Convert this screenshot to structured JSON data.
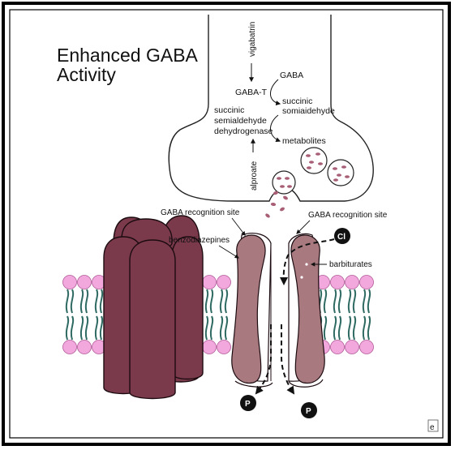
{
  "title_line1": "Enhanced GABA",
  "title_line2": "Activity",
  "labels": {
    "vigabatrin": "vigabatrin",
    "gaba": "GABA",
    "gaba_t": "GABA-T",
    "ssadh_line1": "succinic",
    "ssadh_line2": "semialdehyde",
    "ssadh_line3": "dehydrogenase",
    "ssa_line1": "succinic",
    "ssa_line2": "somiaidehyde",
    "metabolites": "metabolites",
    "valproate": "alproate",
    "gaba_site_left": "GABA recognition site",
    "gaba_site_right": "GABA recognition site",
    "benzodiazepines": "benzodiazepines",
    "barbiturates": "barbiturates",
    "cl_ion": "Cl",
    "p_left": "P",
    "p_right": "P",
    "corner_mark": "e"
  },
  "colors": {
    "frame": "#000000",
    "receptor_dark": "#7a3a4c",
    "receptor_mauve": "#a87a80",
    "lipid_head": "#f2a8dc",
    "lipid_tail": "#2e6a62",
    "vesicle_dot": "#a85f75"
  }
}
